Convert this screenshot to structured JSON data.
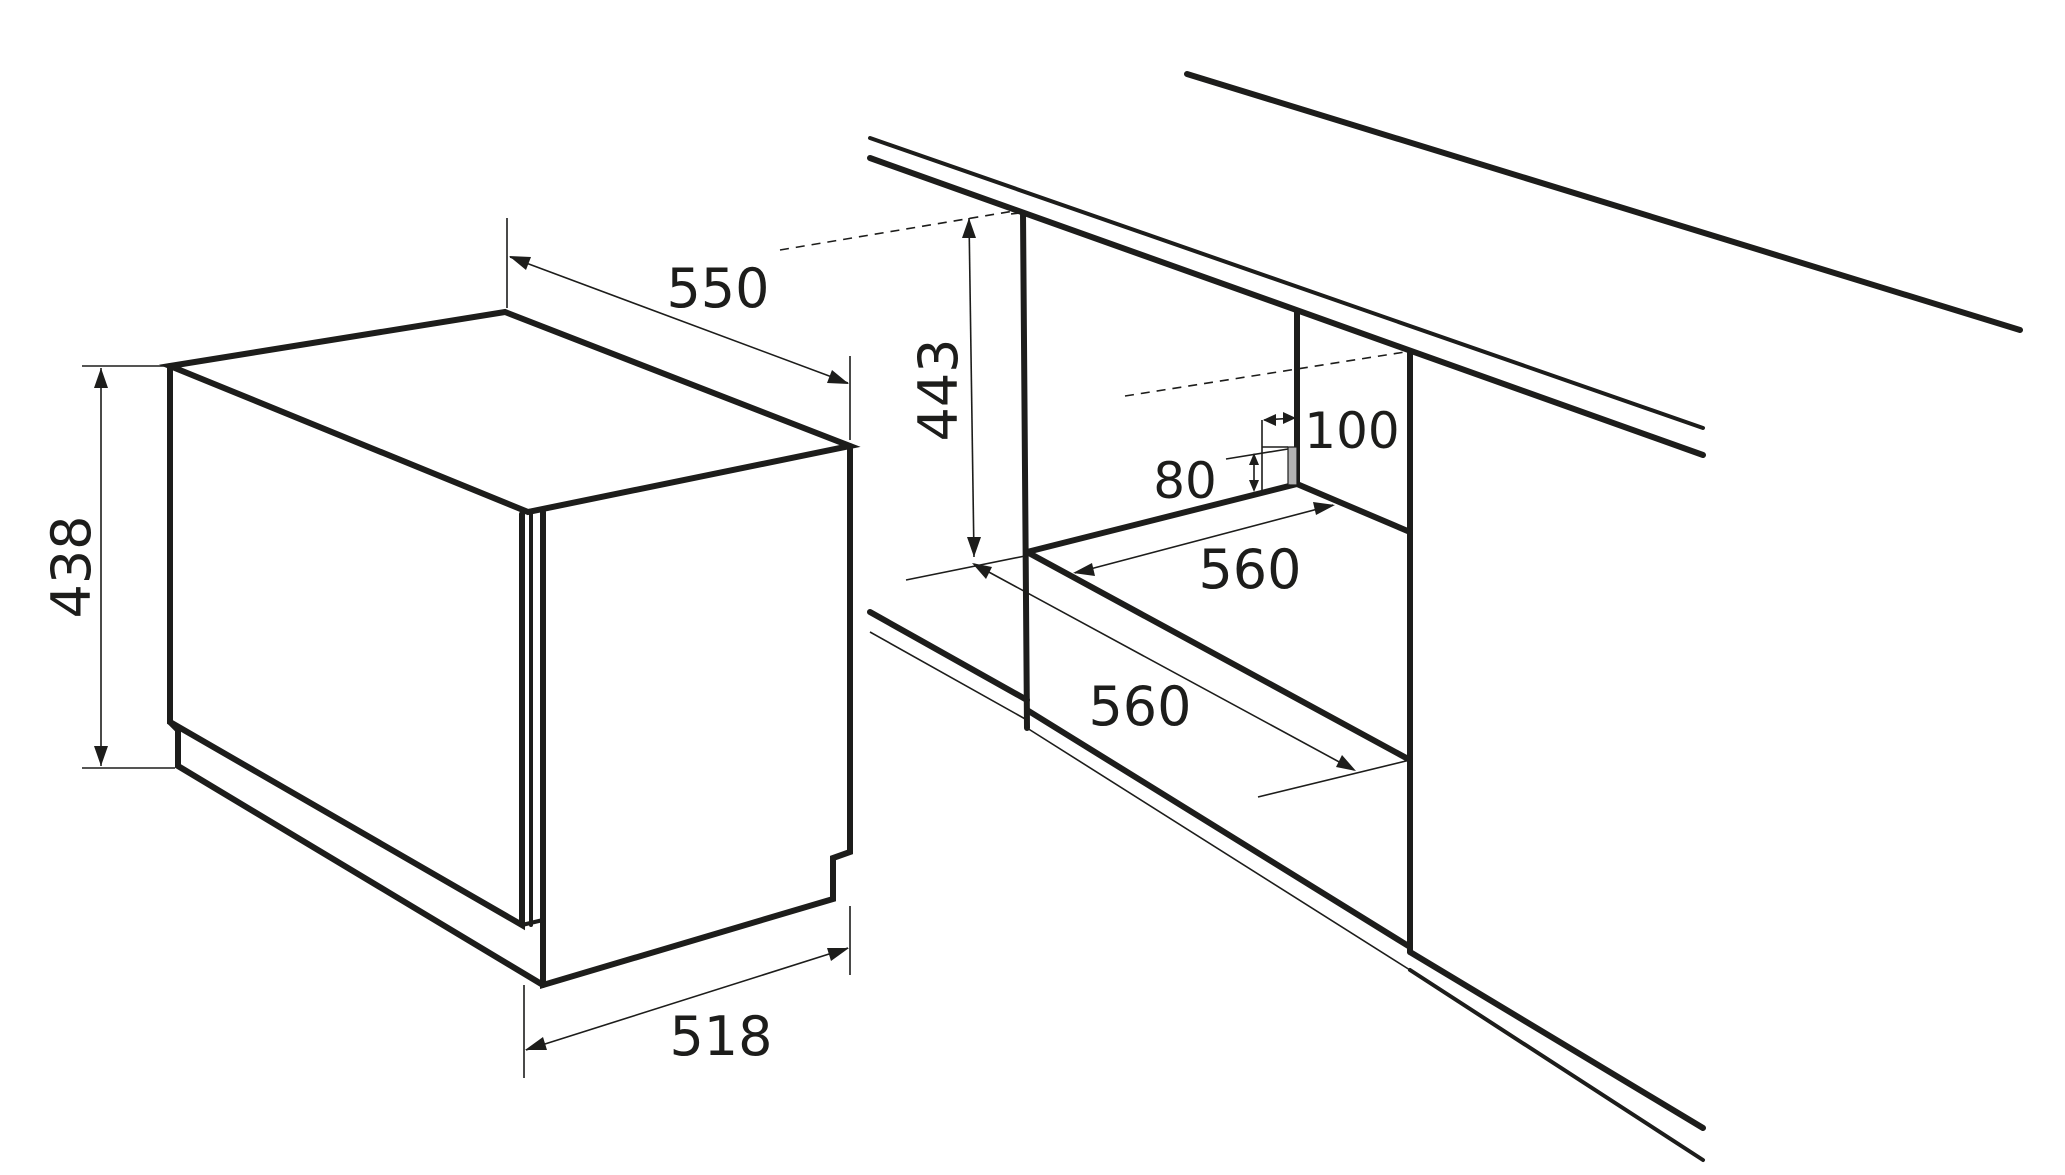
{
  "appliance": {
    "dim_depth": "550",
    "dim_height": "438",
    "dim_width": "518"
  },
  "niche": {
    "dim_height": "443",
    "dim_vent_depth": "100",
    "dim_vent_height": "80",
    "dim_inner_width": "560",
    "dim_depth": "560"
  },
  "colors": {
    "line": "#1d1d1b",
    "vent": "#b3b3b3",
    "background": "#ffffff"
  }
}
